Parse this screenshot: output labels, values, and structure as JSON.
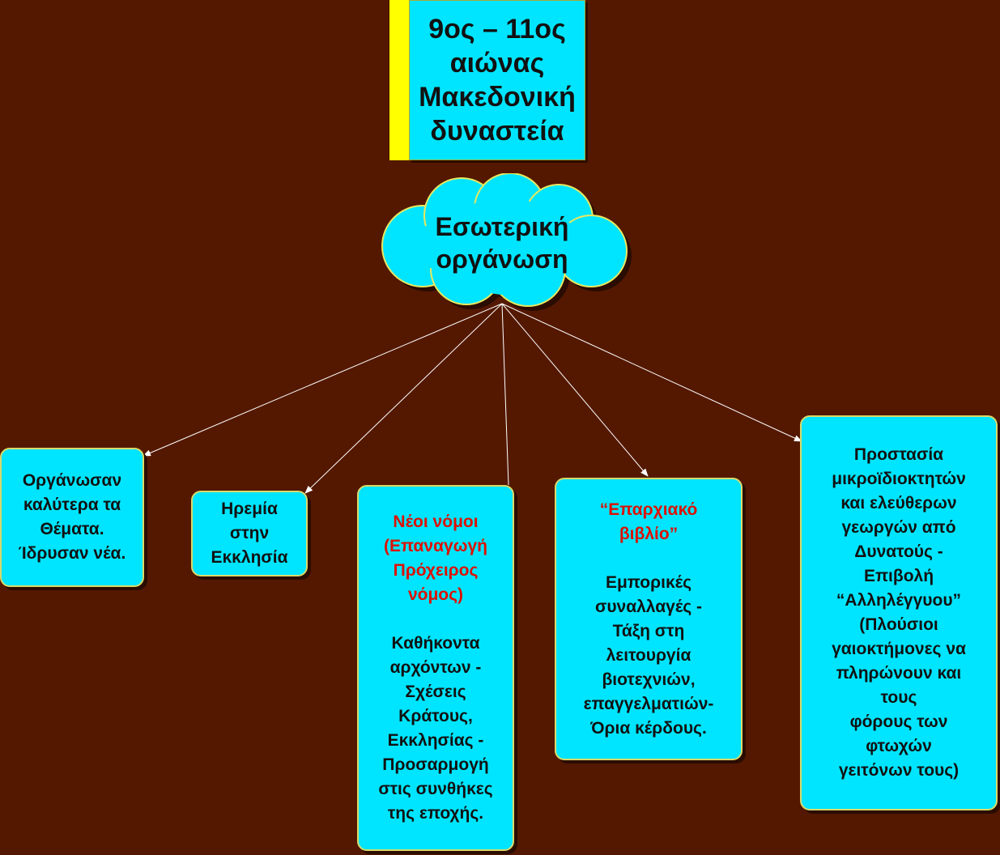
{
  "title": {
    "lines": [
      "9ος – 11ος",
      "αιώνας",
      "Μακεδονική",
      "δυναστεία"
    ]
  },
  "center": {
    "lines": [
      "Εσωτερική",
      "οργάνωση"
    ]
  },
  "branches": [
    {
      "body": [
        "Οργάνωσαν",
        "καλύτερα τα",
        "Θέματα.",
        "Ίδρυσαν νέα."
      ]
    },
    {
      "body": [
        "Ηρεμία",
        "στην",
        "Εκκλησία"
      ]
    },
    {
      "heading": [
        "Νέοι νόμοι",
        "(Επαναγωγή",
        "Πρόχειρος",
        "νόμος)"
      ],
      "body": [
        "Καθήκοντα",
        "αρχόντων -",
        "Σχέσεις",
        "Κράτους,",
        "Εκκλησίας -",
        "Προσαρμογή",
        "στις συνθήκες",
        "της εποχής."
      ]
    },
    {
      "heading": [
        "“Επαρχιακό",
        "βιβλίο”"
      ],
      "body": [
        "Εμπορικές",
        "συναλλαγές -",
        "Τάξη στη",
        "λειτουργία",
        "βιοτεχνιών,",
        "επαγγελματιών-",
        "Όρια κέρδους."
      ]
    },
    {
      "body": [
        "Προστασία",
        "μικροϊδιοκτητών",
        "και ελεύθερων",
        "γεωργών από",
        "Δυνατούς -",
        "Επιβολή",
        "“Αλληλέγγυου”",
        "(Πλούσιοι",
        "γαιοκτήμονες να",
        "πληρώνουν και",
        "τους",
        "φόρους των",
        "φτωχών",
        "γειτόνων τους)"
      ]
    }
  ],
  "colors": {
    "background": "#541800",
    "box_fill": "#00e5ff",
    "accent_bar": "#ffff00",
    "heading_text": "#dd1100",
    "connector": "#ffffff"
  }
}
